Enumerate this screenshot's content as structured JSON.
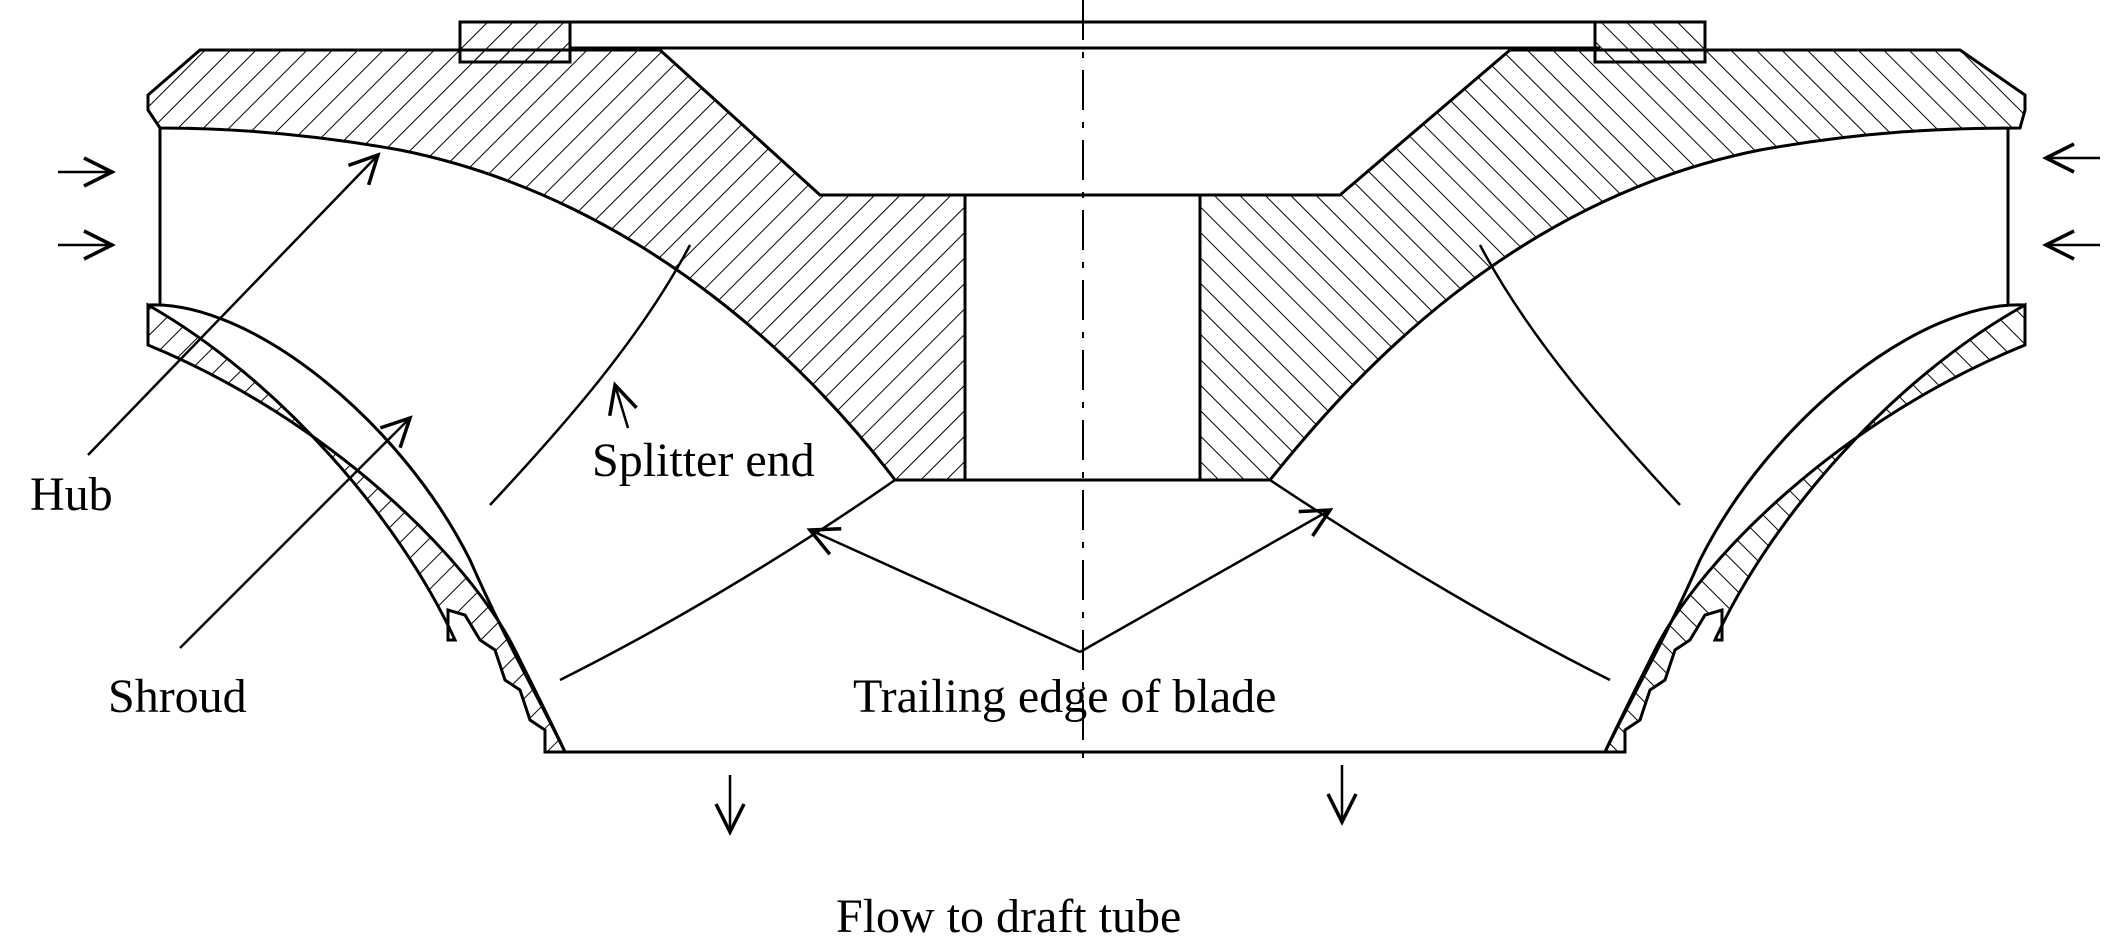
{
  "diagram": {
    "subject": "Francis turbine runner cross-section",
    "labels": {
      "hub": "Hub",
      "shroud": "Shroud",
      "splitter_end": "Splitter end",
      "trailing_edge": "Trailing edge of blade",
      "flow_out": "Flow to draft tube"
    },
    "colors": {
      "ink": "#000000",
      "paper": "#ffffff"
    }
  }
}
